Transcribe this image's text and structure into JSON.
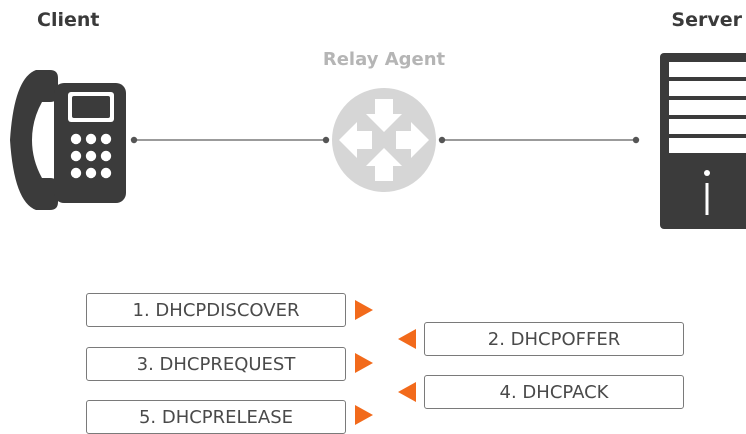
{
  "labels": {
    "client": "Client",
    "server": "Server",
    "relay_agent": "Relay Agent"
  },
  "messages": [
    {
      "label": "1. DHCPDISCOVER",
      "direction": "client-to-server"
    },
    {
      "label": "2. DHCPOFFER",
      "direction": "server-to-client"
    },
    {
      "label": "3. DHCPREQUEST",
      "direction": "client-to-server"
    },
    {
      "label": "4. DHCPACK",
      "direction": "server-to-client"
    },
    {
      "label": "5. DHCPRELEASE",
      "direction": "client-to-server"
    }
  ],
  "colors": {
    "arrow": "#f26a1b",
    "device": "#3b3b3b",
    "router": "#d6d6d6",
    "link": "#7a7a7a"
  },
  "icons": {
    "client": "desk-phone-icon",
    "relay": "router-icon",
    "server": "server-tower-icon"
  }
}
